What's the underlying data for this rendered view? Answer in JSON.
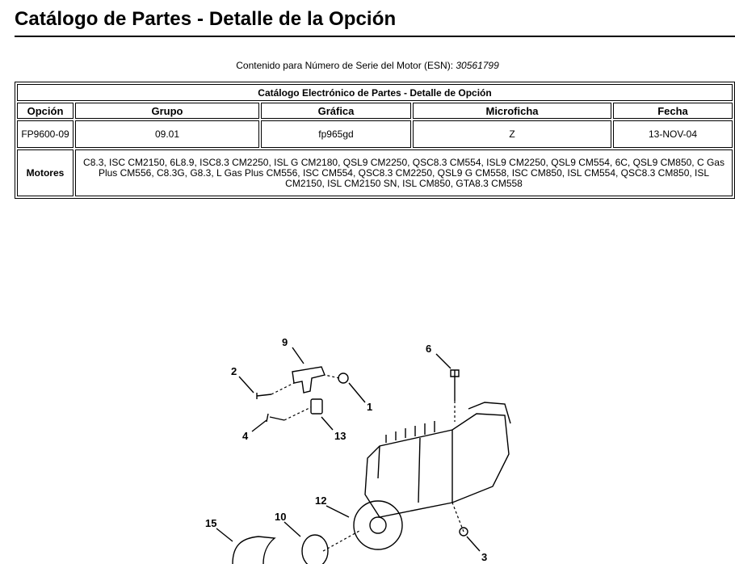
{
  "page": {
    "title": "Catálogo de Partes - Detalle de la Opción"
  },
  "esn": {
    "label": "Contenido para Número de Serie del Motor (ESN): ",
    "value": "30561799"
  },
  "catalog": {
    "caption": "Catálogo Electrónico de Partes - Detalle de Opción",
    "headers": [
      "Opción",
      "Grupo",
      "Gráfica",
      "Microficha",
      "Fecha"
    ],
    "row": {
      "opcion": "FP9600-09",
      "grupo": "09.01",
      "grafica": "fp965gd",
      "microficha": "Z",
      "fecha": "13-NOV-04"
    },
    "motores_label": "Motores",
    "motores_value": "C8.3, ISC CM2150, 6L8.9, ISC8.3 CM2250, ISL G CM2180, QSL9 CM2250, QSC8.3 CM554, ISL9 CM2250, QSL9 CM554, 6C, QSL9 CM850, C Gas Plus CM556, C8.3G, G8.3, L Gas Plus CM556, ISC CM554, QSC8.3 CM2250, QSL9 G CM558, ISC CM850, ISL CM554, QSC8.3 CM850, ISL CM2150, ISL CM2150 SN, ISL CM850, GTA8.3 CM558"
  },
  "diagram": {
    "callouts": [
      "9",
      "2",
      "1",
      "6",
      "4",
      "13",
      "12",
      "10",
      "15",
      "3"
    ]
  }
}
